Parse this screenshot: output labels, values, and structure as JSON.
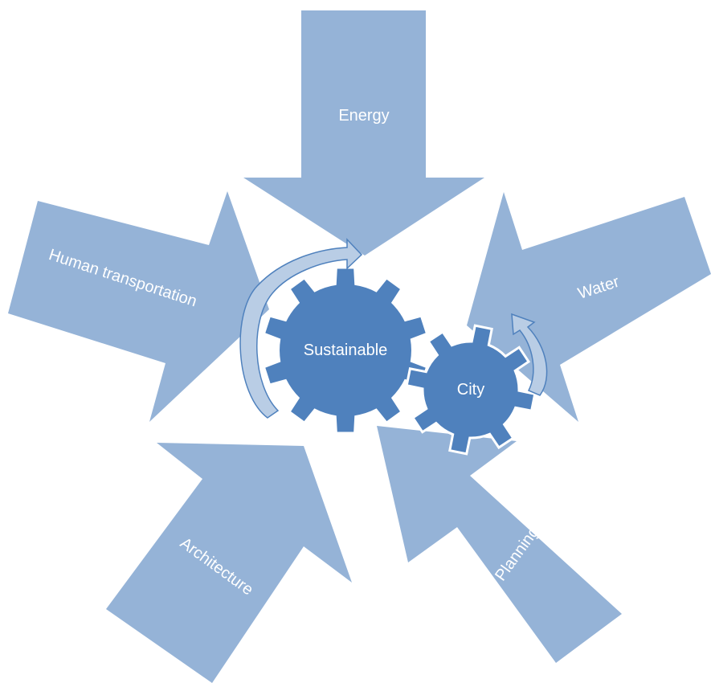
{
  "diagram": {
    "arrows": [
      {
        "id": "energy",
        "label": "Energy"
      },
      {
        "id": "water",
        "label": "Water"
      },
      {
        "id": "city-planning",
        "label": "City Planning"
      },
      {
        "id": "architecture",
        "label": "Architecture"
      },
      {
        "id": "human-transportation",
        "label": "Human transportation"
      }
    ],
    "gears": [
      {
        "id": "sustainable",
        "label": "Sustainable"
      },
      {
        "id": "city",
        "label": "City"
      }
    ],
    "colors": {
      "arrow_fill": "#95b3d7",
      "gear_fill": "#4f81bd",
      "cycle_arrow_fill": "#b9cde5",
      "label_text": "#ffffff"
    }
  }
}
